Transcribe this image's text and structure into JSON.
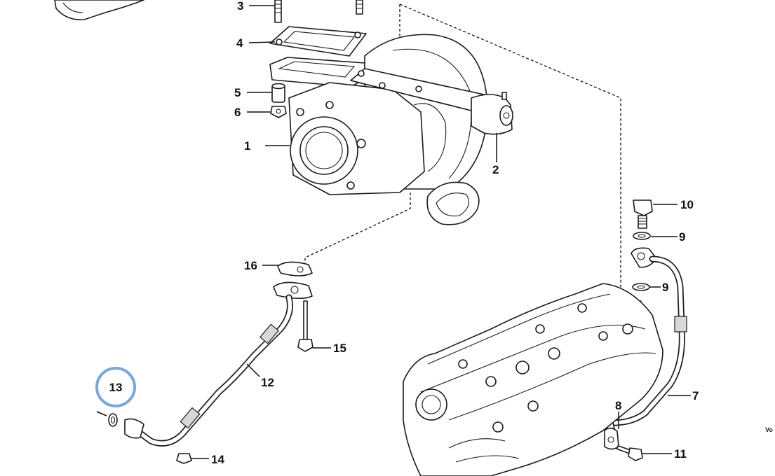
{
  "diagram": {
    "callouts": [
      {
        "id": "c1",
        "text": "1"
      },
      {
        "id": "c2",
        "text": "2"
      },
      {
        "id": "c3",
        "text": "3"
      },
      {
        "id": "c4",
        "text": "4"
      },
      {
        "id": "c5",
        "text": "5"
      },
      {
        "id": "c6",
        "text": "6"
      },
      {
        "id": "c7",
        "text": "7"
      },
      {
        "id": "c8",
        "text": "8"
      },
      {
        "id": "c9a",
        "text": "9"
      },
      {
        "id": "c9b",
        "text": "9"
      },
      {
        "id": "c10",
        "text": "10"
      },
      {
        "id": "c11",
        "text": "11"
      },
      {
        "id": "c12",
        "text": "12"
      },
      {
        "id": "c13",
        "text": "13"
      },
      {
        "id": "c14",
        "text": "14"
      },
      {
        "id": "c15",
        "text": "15"
      },
      {
        "id": "c16",
        "text": "16"
      }
    ],
    "highlighted_callout": "13",
    "highlight_color": "#7ba7d6",
    "side_label": "Vo"
  }
}
